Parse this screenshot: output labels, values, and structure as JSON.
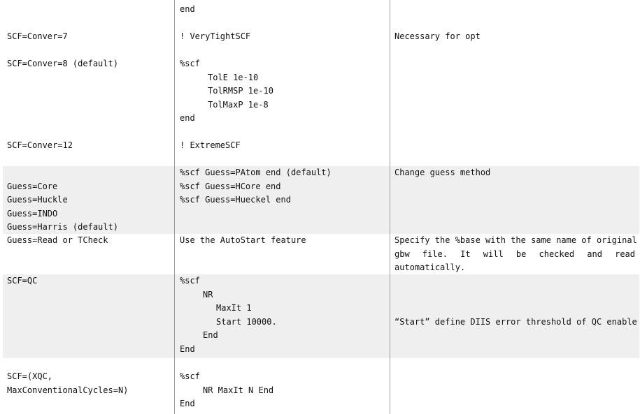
{
  "rows": {
    "r0": {
      "c2": [
        "end"
      ]
    },
    "r1": {
      "c1": [
        "SCF=Conver=7"
      ],
      "c2": [
        "! VeryTightSCF"
      ],
      "c3": [
        "Necessary for opt"
      ]
    },
    "r2": {
      "c1": [
        "SCF=Conver=8 (default)"
      ],
      "c2": [
        "%scf",
        "TolE 1e-10",
        "TolRMSP 1e-10",
        "TolMaxP 1e-8",
        "end"
      ]
    },
    "r3": {
      "c1": [
        "SCF=Conver=12"
      ],
      "c2": [
        "! ExtremeSCF"
      ]
    },
    "r4": {
      "c1": [
        "Guess=Core",
        "Guess=Huckle",
        "Guess=INDO",
        "Guess=Harris (default)"
      ],
      "c2": [
        "%scf Guess=PAtom end (default)",
        "%scf Guess=HCore end",
        "%scf Guess=Hueckel end"
      ],
      "c3": [
        "Change guess method"
      ]
    },
    "r5": {
      "c1": [
        "Guess=Read or TCheck"
      ],
      "c2": [
        "Use the AutoStart feature"
      ],
      "c3": [
        "Specify the %base with the same name of original",
        "gbw file. It will be checked and read",
        "automatically."
      ]
    },
    "r6": {
      "c1": [
        "SCF=QC"
      ],
      "c2": [
        "%scf",
        "NR",
        "MaxIt 1",
        "Start 10000.",
        "End",
        "End"
      ],
      "c3": [
        "“Start” define DIIS error threshold of QC enable"
      ]
    },
    "r7": {
      "c1": [
        "SCF=(XQC,",
        "MaxConventionalCycles=N)"
      ],
      "c2": [
        "%scf",
        "NR MaxIt N End",
        "End"
      ]
    }
  }
}
